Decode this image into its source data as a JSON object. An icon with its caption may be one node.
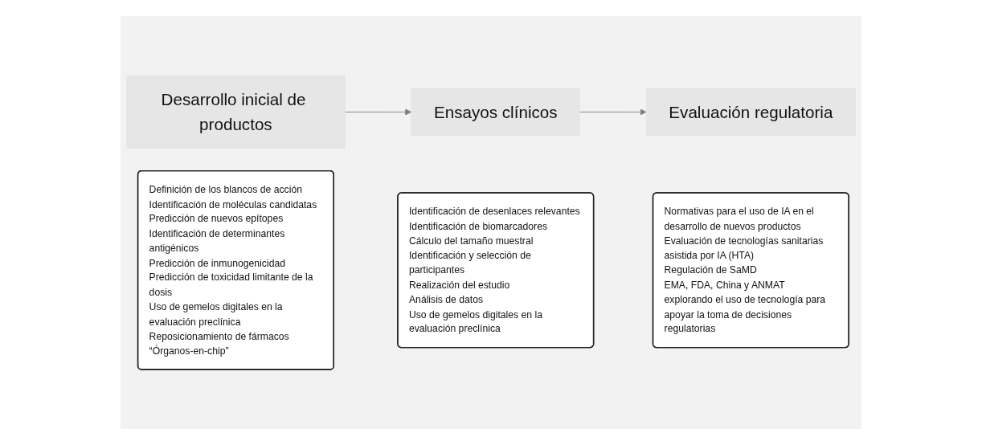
{
  "diagram": {
    "nodes": [
      {
        "text": [
          "Desarrollo inicial de productos"
        ]
      },
      {
        "text": [
          "Definición de los blancos de acción",
          "Identificación de moléculas candidatas",
          "Predicción de nuevos epítopes",
          "Identificación de determinantes antigénicos",
          "Predicción de inmunogenicidad",
          "Predicción de toxicidad limitante de la dosis",
          "Uso de gemelos digitales en la evaluación preclínica",
          "Reposicionamiento de fármacos",
          "“Órganos-en-chip”"
        ]
      },
      {
        "text": [
          "Ensayos clínicos"
        ]
      },
      {
        "text": [
          "Identificación de desenlaces relevantes",
          "Identificación de biomarcadores",
          "Cálculo del tamaño muestral",
          "Identificación y selección de participantes",
          "Realización del estudio",
          "Análisis de datos",
          "Uso de gemelos digitales en la evaluación preclínica"
        ]
      },
      {
        "text": [
          "Evaluación regulatoria"
        ]
      },
      {
        "text": [
          "Normativas para el uso de IA en el desarrollo de nuevos productos",
          "Evaluación de tecnologías sanitarias asistida por IA (HTA)",
          "Regulación de SaMD",
          "EMA, FDA, China y ANMAT explorando el uso de tecnología para apoyar la toma de decisiones regulatorias"
        ]
      }
    ],
    "edges": [
      {
        "from": 0,
        "to": 2,
        "arrow": "to"
      },
      {
        "from": 2,
        "to": 4,
        "arrow": "to"
      }
    ]
  }
}
